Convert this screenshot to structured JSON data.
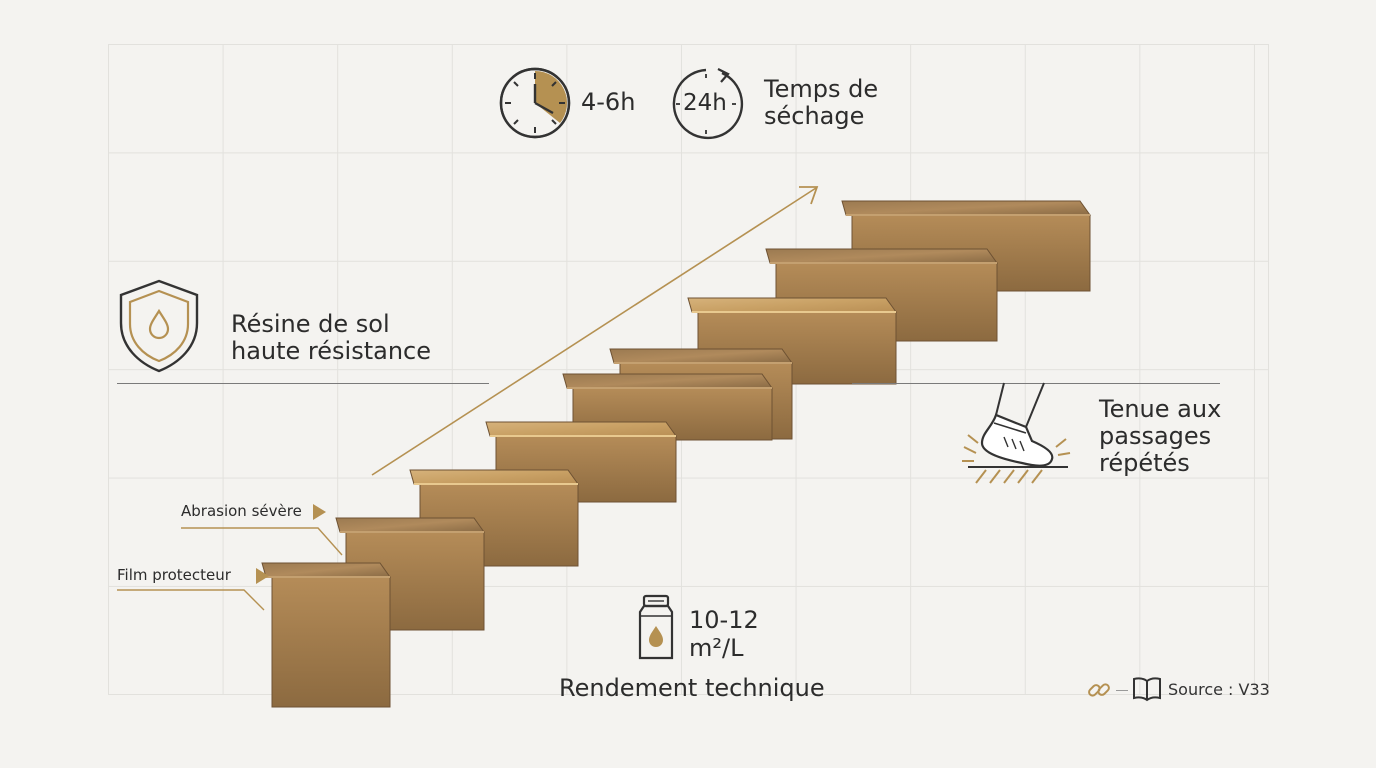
{
  "drying": {
    "short_time": "4-6h",
    "full_time": "24h",
    "label_line1": "Temps de",
    "label_line2": "séchage"
  },
  "resin": {
    "label_line1": "Résine de sol",
    "label_line2": "haute résistance"
  },
  "traffic": {
    "label_line1": "Tenue aux",
    "label_line2": "passages",
    "label_line3": "répétés"
  },
  "callouts": {
    "abrasion": "Abrasion sévère",
    "film": "Film protecteur"
  },
  "coverage": {
    "value_line1": "10-12",
    "value_line2": "m²/L",
    "label": "Rendement technique"
  },
  "source": {
    "label": "Source : V33"
  },
  "icons": {
    "clock": "clock-icon",
    "cycle": "cycle-24h-icon",
    "shield": "shield-drop-icon",
    "shoe": "shoe-step-icon",
    "bottle": "bottle-icon",
    "link": "link-icon",
    "book": "book-icon"
  },
  "colors": {
    "accent": "#b59152",
    "text": "#2c2c2c",
    "background": "#f4f3f0"
  }
}
